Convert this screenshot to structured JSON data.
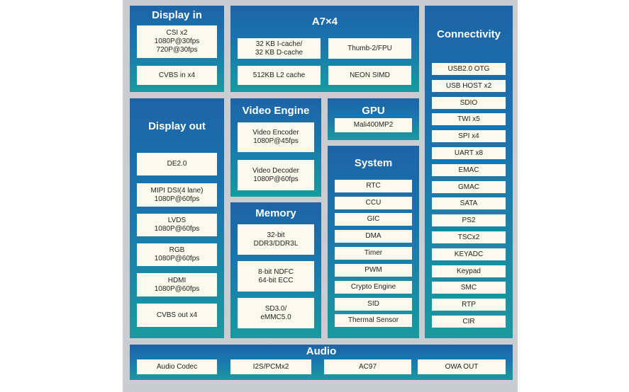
{
  "display_in": {
    "title": "Display in",
    "items": [
      "CSI x2\n1080P@30fps\n720P@30fps",
      "CVBS in x4"
    ]
  },
  "cpu": {
    "title": "A7×4",
    "items": [
      "32 KB I-cache/\n32 KB D-cache",
      "Thumb-2/FPU",
      "512KB L2 cache",
      "NEON SIMD"
    ]
  },
  "connectivity": {
    "title": "Connectivity",
    "items": [
      "USB2.0 OTG",
      "USB HOST x2",
      "SDIO",
      "TWI x5",
      "SPI x4",
      "UART x8",
      "EMAC",
      "GMAC",
      "SATA",
      "PS2",
      "TSCx2",
      "KEYADC",
      "Keypad",
      "SMC",
      "RTP",
      "CIR"
    ]
  },
  "display_out": {
    "title": "Display out",
    "items": [
      "DE2.0",
      "MIPI DSI(4 lane)\n1080P@60fps",
      "LVDS\n1080P@60fps",
      "RGB\n1080P@60fps",
      "HDMI\n1080P@60fps",
      "CVBS out x4"
    ]
  },
  "video_engine": {
    "title": "Video Engine",
    "items": [
      "Video Encoder\n1080P@45fps",
      "Video Decoder\n1080P@60fps"
    ]
  },
  "gpu": {
    "title": "GPU",
    "items": [
      "Mali400MP2"
    ]
  },
  "system": {
    "title": "System",
    "items": [
      "RTC",
      "CCU",
      "GIC",
      "DMA",
      "Timer",
      "PWM",
      "Crypto Engine",
      "SID",
      "Thermal Sensor"
    ]
  },
  "memory": {
    "title": "Memory",
    "items": [
      "32-bit\nDDR3/DDR3L",
      "8-bit NDFC\n64-bit ECC",
      "SD3.0/\neMMC5.0"
    ]
  },
  "audio": {
    "title": "Audio",
    "items": [
      "Audio Codec",
      "I2S/PCMx2",
      "AC97",
      "OWA OUT"
    ]
  }
}
